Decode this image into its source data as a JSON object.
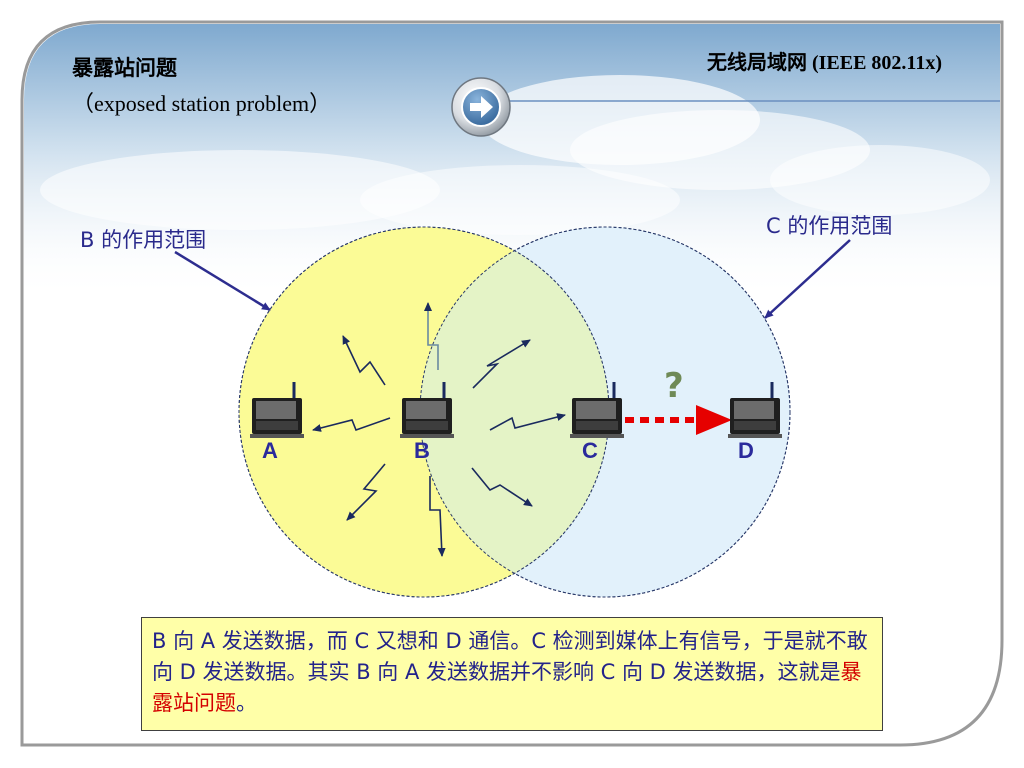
{
  "slide": {
    "title_zh": "暴露站问题",
    "title_en": "（exposed station problem）",
    "header_right": "无线局域网 (IEEE 802.11x)"
  },
  "diagram": {
    "b_range_label": "B 的作用范围",
    "c_range_label": "C 的作用范围",
    "question_mark": "?",
    "nodes": [
      "A",
      "B",
      "C",
      "D"
    ],
    "colors": {
      "b_range_fill": "#fbfb96",
      "c_range_fill": "#e2f1fb",
      "overlap_fill": "#e4f3c6",
      "data_arrow": "#e60000",
      "label_text": "#2a2a8c",
      "signal": "#1a2a5e"
    }
  },
  "caption": {
    "text": "B 向 A 发送数据，而 C 又想和 D 通信。C 检测到媒体上有信号，于是就不敢向 D 发送数据。其实 B 向 A 发送数据并不影响 C 向 D 发送数据，这就是",
    "highlight": "暴露站问题",
    "end": "。"
  }
}
